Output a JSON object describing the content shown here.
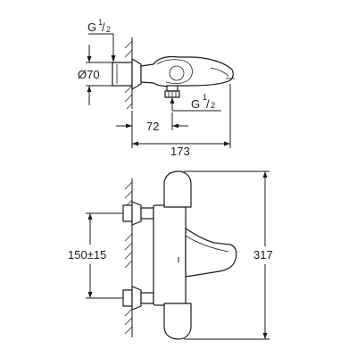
{
  "dimensions": {
    "inlet_top_thread_prefix": "G",
    "inlet_top_thread_num": "1",
    "inlet_top_thread_den": "2",
    "rosette_diameter": "Ø70",
    "outlet_thread_prefix": "G",
    "outlet_thread_num": "1",
    "outlet_thread_den": "2",
    "outlet_depth": "72",
    "overall_depth": "173",
    "inlet_spacing": "150±15",
    "overall_height": "317"
  },
  "colors": {
    "line": "#1a1a1a",
    "background": "#ffffff"
  }
}
